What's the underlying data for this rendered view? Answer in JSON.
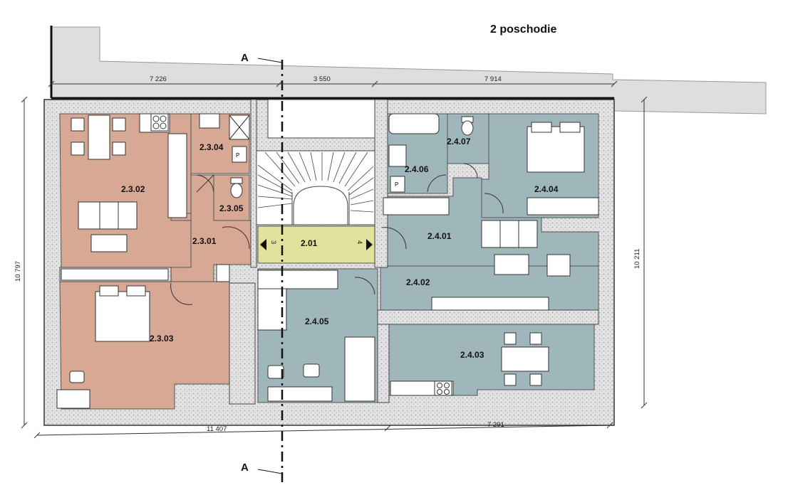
{
  "title": "2 poschodie",
  "section_mark": "A",
  "dimensions": {
    "top_left": "7 226",
    "top_middle": "3 550",
    "top_right": "7 914",
    "bottom_left": "11 407",
    "bottom_right": "7 291",
    "left_height": "10 797",
    "right_height": "10 211"
  },
  "rooms": {
    "r2301": "2.3.01",
    "r2302": "2.3.02",
    "r2303": "2.3.03",
    "r2304": "2.3.04",
    "r2305": "2.3.05",
    "r201": "2.01",
    "r2401": "2.4.01",
    "r2402": "2.4.02",
    "r2403": "2.4.03",
    "r2404": "2.4.04",
    "r2405": "2.4.05",
    "r2406": "2.4.06",
    "r2407": "2.4.07"
  },
  "doors": {
    "d3": "3",
    "d4": "4"
  },
  "colors": {
    "apartment_3": "#d7a995",
    "apartment_4": "#9fb7bb",
    "corridor": "#e3e29d",
    "wall_hatch": "#c8c8c8",
    "street": "#dedede"
  }
}
